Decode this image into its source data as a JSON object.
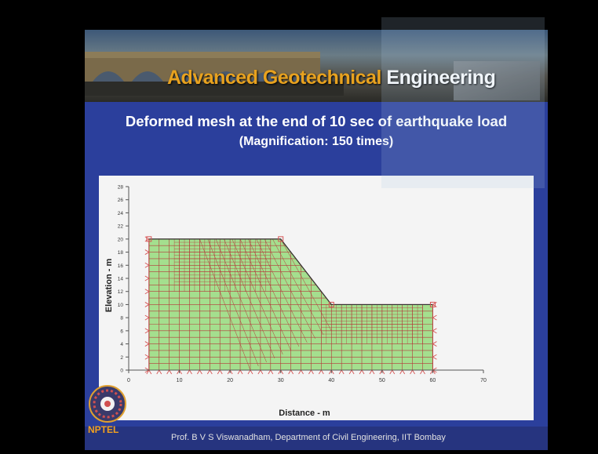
{
  "banner": {
    "title_word1": "Advanced Geotechnical",
    "title_word2": "Engineering"
  },
  "slide": {
    "heading": "Deformed mesh at the end of 10 sec of earthquake load",
    "subheading": "(Magnification: 150 times)"
  },
  "plot": {
    "xlabel": "Distance - m",
    "ylabel": "Elevation - m",
    "x_ticks": [
      "0",
      "10",
      "20",
      "30",
      "40",
      "50",
      "60",
      "70"
    ],
    "y_ticks": [
      "0",
      "2",
      "4",
      "6",
      "8",
      "10",
      "12",
      "14",
      "16",
      "18",
      "20",
      "22",
      "24",
      "26",
      "28"
    ],
    "xlim": [
      0,
      70
    ],
    "ylim": [
      0,
      28
    ],
    "profile_points": [
      [
        4,
        20
      ],
      [
        30,
        20
      ],
      [
        40,
        10
      ],
      [
        60,
        10
      ],
      [
        60,
        0
      ],
      [
        4,
        0
      ]
    ],
    "mesh_fill_color": "#a4df8e",
    "mesh_line_color": "#b5383a",
    "support_color": "#d65555"
  },
  "footer": {
    "logo_text": "NPTEL",
    "credit": "Prof. B V S Viswanadham, Department of Civil Engineering, IIT Bombay"
  }
}
